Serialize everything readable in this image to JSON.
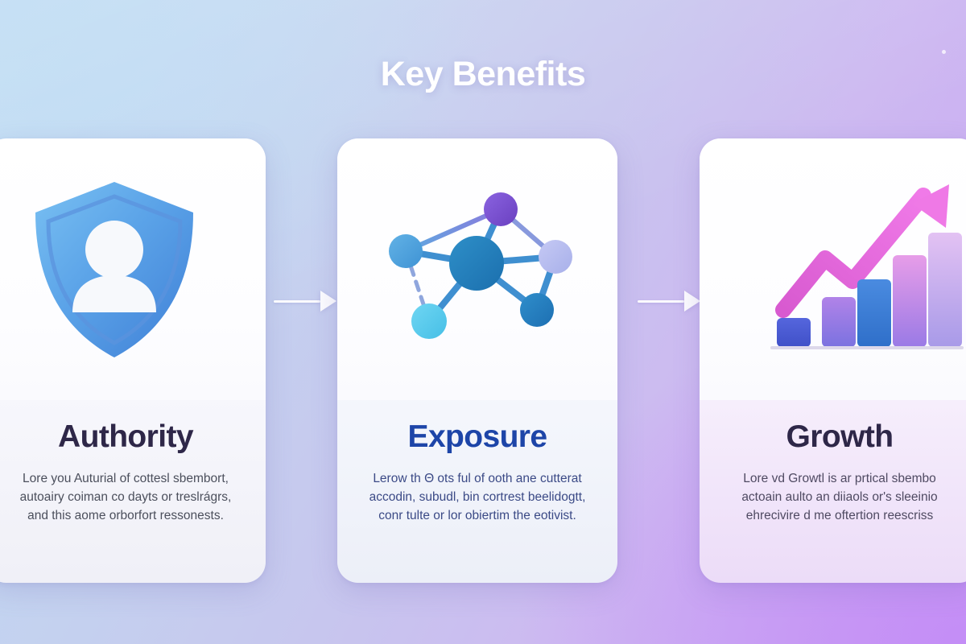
{
  "page": {
    "title": "Key Benefits",
    "background_gradient_from": "#bfdcf3",
    "background_gradient_to": "#c9a4f3"
  },
  "cards": [
    {
      "id": "authority",
      "icon": "shield-person-icon",
      "title": "Authority",
      "title_color": "#2e2748",
      "desc_lines": [
        "Lore you Auturial of cottesl sbembort,",
        "autoairy coiman co dayts or treslrágrs,",
        "and this aome orborfort ressonests."
      ]
    },
    {
      "id": "exposure",
      "icon": "network-graph-icon",
      "title": "Exposure",
      "title_color": "#1d45a8",
      "desc_lines": [
        "Lerow th Θ ots ful of ooth ane cutterat",
        "accodin, subudl, bin cortrest beelidogtt,",
        "conr tulte or lor obiertim the eotivist."
      ]
    },
    {
      "id": "growth",
      "icon": "growth-bar-chart-icon",
      "title": "Growth",
      "title_color": "#2e2748",
      "desc_lines": [
        "Lore vd Growtl is ar prtical sbembo",
        "actoain aulto an diiaols or's sleeinio",
        "ehrecivire d me oftertion reescriss"
      ]
    }
  ],
  "connectors": [
    {
      "name": "arrow-authority-to-exposure"
    },
    {
      "name": "arrow-exposure-to-growth"
    }
  ],
  "icon_colors": {
    "shield_from": "#6cb6ee",
    "shield_to": "#3f7fd6",
    "network_hub": "#1f7ab8",
    "network_purple": "#7a50cf",
    "network_cyan": "#57c9ee",
    "network_light": "#b9bdf0",
    "chart_arrow": "#e55fd8",
    "chart_bar_blue": "#4f5fd6",
    "chart_bar_purple": "#b083e8"
  }
}
